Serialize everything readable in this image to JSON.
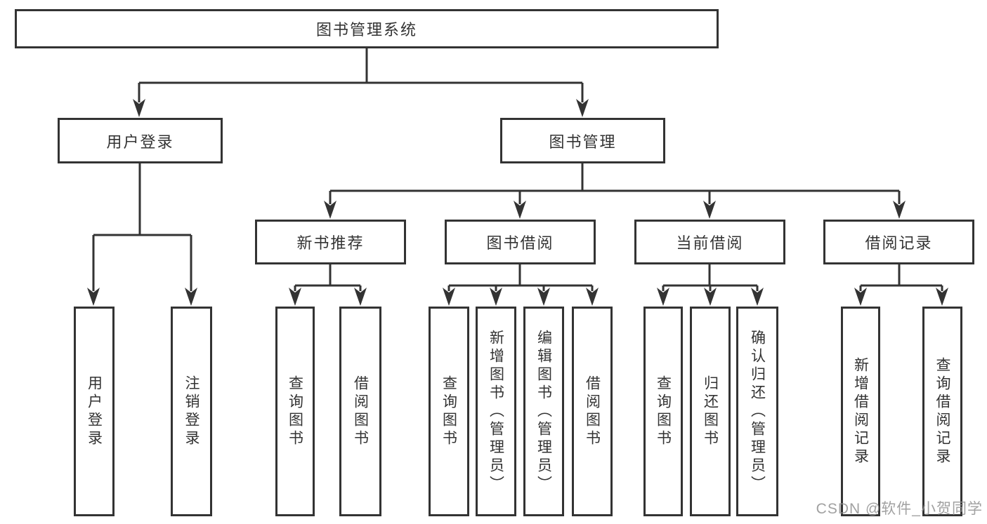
{
  "tree": {
    "label": "图书管理系统",
    "children": [
      {
        "label": "用户登录",
        "children": [
          {
            "label": "用户登录"
          },
          {
            "label": "注销登录"
          }
        ]
      },
      {
        "label": "图书管理",
        "children": [
          {
            "label": "新书推荐",
            "children": [
              {
                "label": "查询图书"
              },
              {
                "label": "借阅图书"
              }
            ]
          },
          {
            "label": "图书借阅",
            "children": [
              {
                "label": "查询图书"
              },
              {
                "label": "新增图书（管理员）"
              },
              {
                "label": "编辑图书（管理员）"
              },
              {
                "label": "借阅图书"
              }
            ]
          },
          {
            "label": "当前借阅",
            "children": [
              {
                "label": "查询图书"
              },
              {
                "label": "归还图书"
              },
              {
                "label": "确认归还（管理员）"
              }
            ]
          },
          {
            "label": "借阅记录",
            "children": [
              {
                "label": "新增借阅记录"
              },
              {
                "label": "查询借阅记录"
              }
            ]
          }
        ]
      }
    ]
  },
  "watermark": {
    "text": "CSDN @软件_小贺同学"
  },
  "colors": {
    "line": "#333333",
    "text": "#333333",
    "box_bg": "#ffffff",
    "watermark": "#919191"
  }
}
